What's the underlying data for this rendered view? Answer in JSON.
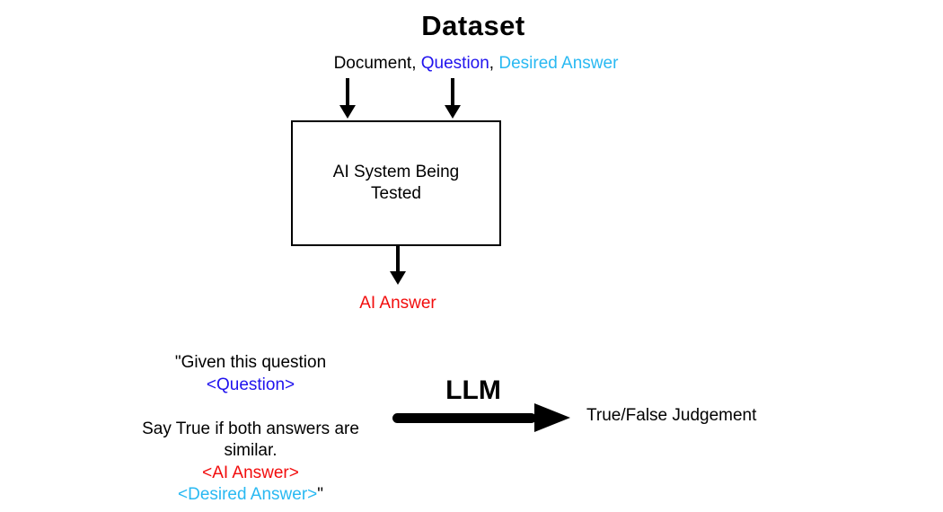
{
  "colors": {
    "blue": "#2013EE",
    "cyan": "#29B9F2",
    "red": "#F20D0D",
    "black": "#000000"
  },
  "dataset": {
    "title": "Dataset",
    "fields": {
      "document": "Document",
      "separator1": ", ",
      "question": "Question",
      "separator2": ", ",
      "desired_answer": "Desired Answer"
    }
  },
  "ai_system_box": {
    "label_line1": "AI System Being",
    "label_line2": "Tested"
  },
  "ai_answer": {
    "label": "AI Answer"
  },
  "judge_prompt": {
    "opening_line": "\"Given this question",
    "question_placeholder": "<Question>",
    "instruction_line1": "Say True if both answers are",
    "instruction_line2": "similar.",
    "ai_answer_placeholder": "<AI Answer>",
    "desired_answer_placeholder": "<Desired Answer>",
    "closing_quote": "\""
  },
  "llm": {
    "label": "LLM"
  },
  "output": {
    "label": "True/False Judgement"
  }
}
